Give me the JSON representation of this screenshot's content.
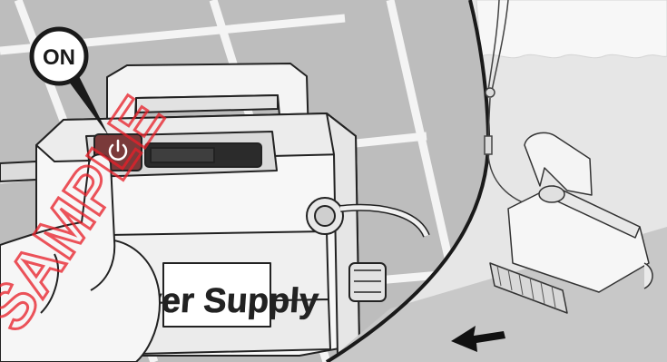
{
  "callout": {
    "label": "ON"
  },
  "power_supply": {
    "label": "ver Supply"
  },
  "watermark": {
    "text": "SAMPLE",
    "color": "#e8202a"
  },
  "colors": {
    "tile_bg": "#bcbcbc",
    "grout": "#f2f2f2",
    "pool_water": "#e3e3e3",
    "pool_floor": "#c9c9c9",
    "power_button": "#7a3a3a",
    "outline": "#222222"
  },
  "icons": {
    "power_button": "power-icon",
    "direction_arrow": "arrow-down-left-icon"
  }
}
